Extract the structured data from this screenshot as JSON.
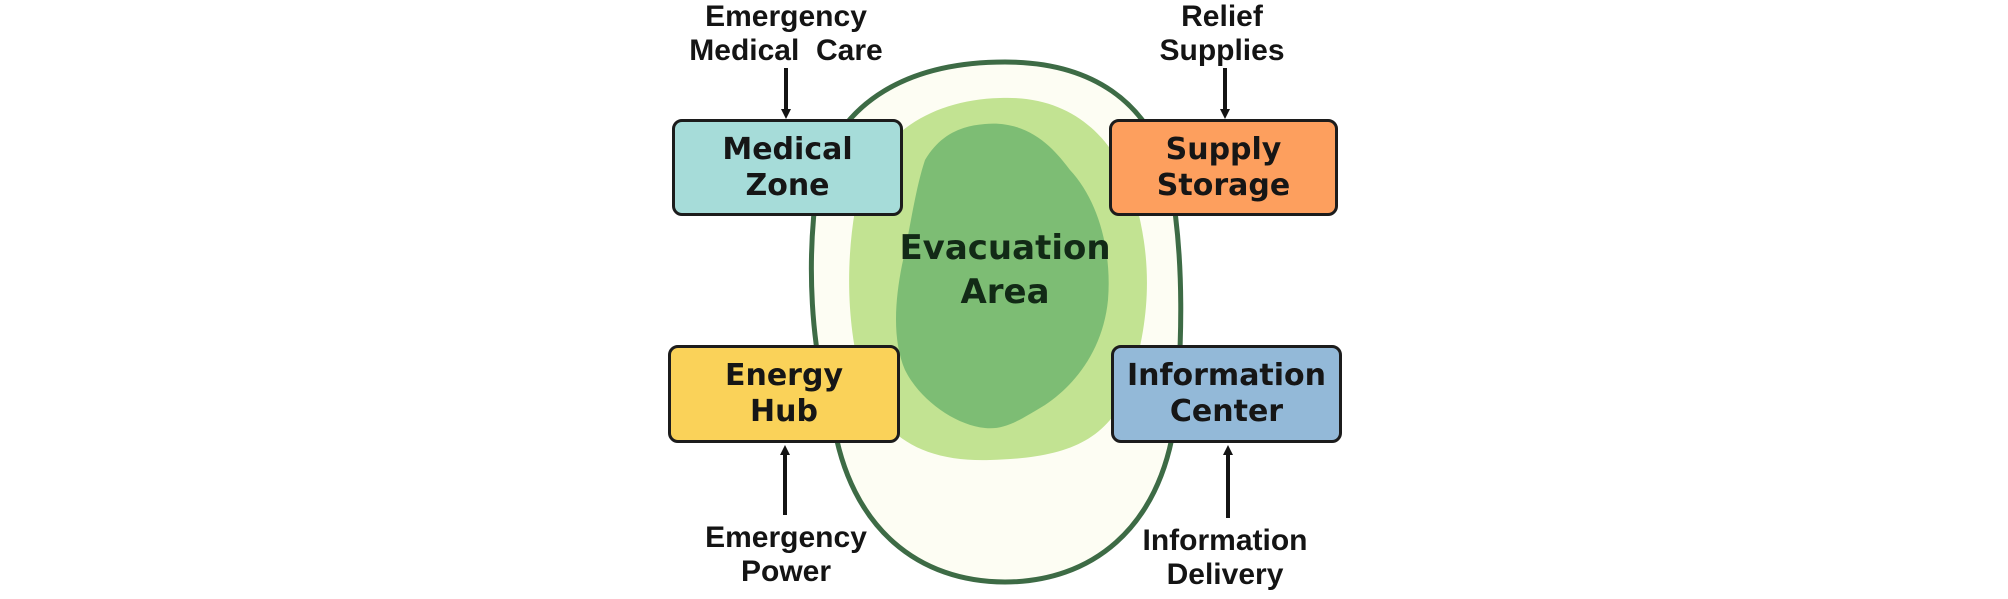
{
  "diagram": {
    "center": {
      "line1": "Evacuation",
      "line2": "Area"
    },
    "zones": {
      "medical": {
        "line1": "Medical",
        "line2": "Zone",
        "color": "#a6dcd9"
      },
      "supply": {
        "line1": "Supply",
        "line2": "Storage",
        "color": "#fd9f5e"
      },
      "energy": {
        "line1": "Energy",
        "line2": "Hub",
        "color": "#fad259"
      },
      "info": {
        "line1": "Information",
        "line2": "Center",
        "color": "#93b9d8"
      }
    },
    "inputs": {
      "medical": {
        "line1": "Emergency",
        "line2": "Medical  Care"
      },
      "supply": {
        "line1": "Relief",
        "line2": "Supplies"
      },
      "energy": {
        "line1": "Emergency",
        "line2": "Power"
      },
      "info": {
        "line1": "Information",
        "line2": "Delivery"
      }
    },
    "colors": {
      "outer_ring_stroke": "#3d6b45",
      "outer_fill": "#fdfdf3",
      "light_green": "#c2e392",
      "dark_green": "#7dbd74"
    }
  }
}
